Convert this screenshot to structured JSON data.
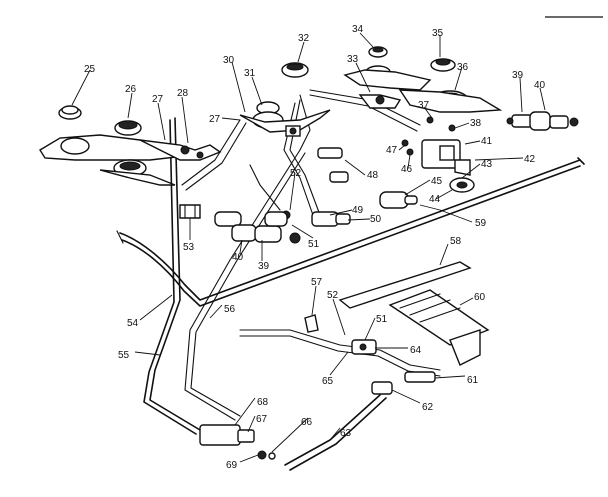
{
  "diagram": {
    "callouts": [
      {
        "id": "c25",
        "label": "25"
      },
      {
        "id": "c26",
        "label": "26"
      },
      {
        "id": "c27a",
        "label": "27"
      },
      {
        "id": "c28",
        "label": "28"
      },
      {
        "id": "c30",
        "label": "30"
      },
      {
        "id": "c27b",
        "label": "27"
      },
      {
        "id": "c31",
        "label": "31"
      },
      {
        "id": "c32",
        "label": "32"
      },
      {
        "id": "c33",
        "label": "33"
      },
      {
        "id": "c34",
        "label": "34"
      },
      {
        "id": "c35",
        "label": "35"
      },
      {
        "id": "c36",
        "label": "36"
      },
      {
        "id": "c39a",
        "label": "39"
      },
      {
        "id": "c40a",
        "label": "40"
      },
      {
        "id": "c37",
        "label": "37"
      },
      {
        "id": "c38",
        "label": "38"
      },
      {
        "id": "c41",
        "label": "41"
      },
      {
        "id": "c42",
        "label": "42"
      },
      {
        "id": "c47",
        "label": "47"
      },
      {
        "id": "c46",
        "label": "46"
      },
      {
        "id": "c43",
        "label": "43"
      },
      {
        "id": "c45",
        "label": "45"
      },
      {
        "id": "c44",
        "label": "44"
      },
      {
        "id": "c48",
        "label": "48"
      },
      {
        "id": "c52a",
        "label": "52"
      },
      {
        "id": "c49",
        "label": "49"
      },
      {
        "id": "c50",
        "label": "50"
      },
      {
        "id": "c51a",
        "label": "51"
      },
      {
        "id": "c59",
        "label": "59"
      },
      {
        "id": "c53",
        "label": "53"
      },
      {
        "id": "c39b",
        "label": "39"
      },
      {
        "id": "c40b",
        "label": "40"
      },
      {
        "id": "c58",
        "label": "58"
      },
      {
        "id": "c57",
        "label": "57"
      },
      {
        "id": "c52b",
        "label": "52"
      },
      {
        "id": "c60",
        "label": "60"
      },
      {
        "id": "c54",
        "label": "54"
      },
      {
        "id": "c56",
        "label": "56"
      },
      {
        "id": "c51b",
        "label": "51"
      },
      {
        "id": "c64",
        "label": "64"
      },
      {
        "id": "c55",
        "label": "55"
      },
      {
        "id": "c65",
        "label": "65"
      },
      {
        "id": "c61",
        "label": "61"
      },
      {
        "id": "c62",
        "label": "62"
      },
      {
        "id": "c68",
        "label": "68"
      },
      {
        "id": "c67",
        "label": "67"
      },
      {
        "id": "c66",
        "label": "66"
      },
      {
        "id": "c63",
        "label": "63"
      },
      {
        "id": "c69",
        "label": "69"
      }
    ]
  }
}
